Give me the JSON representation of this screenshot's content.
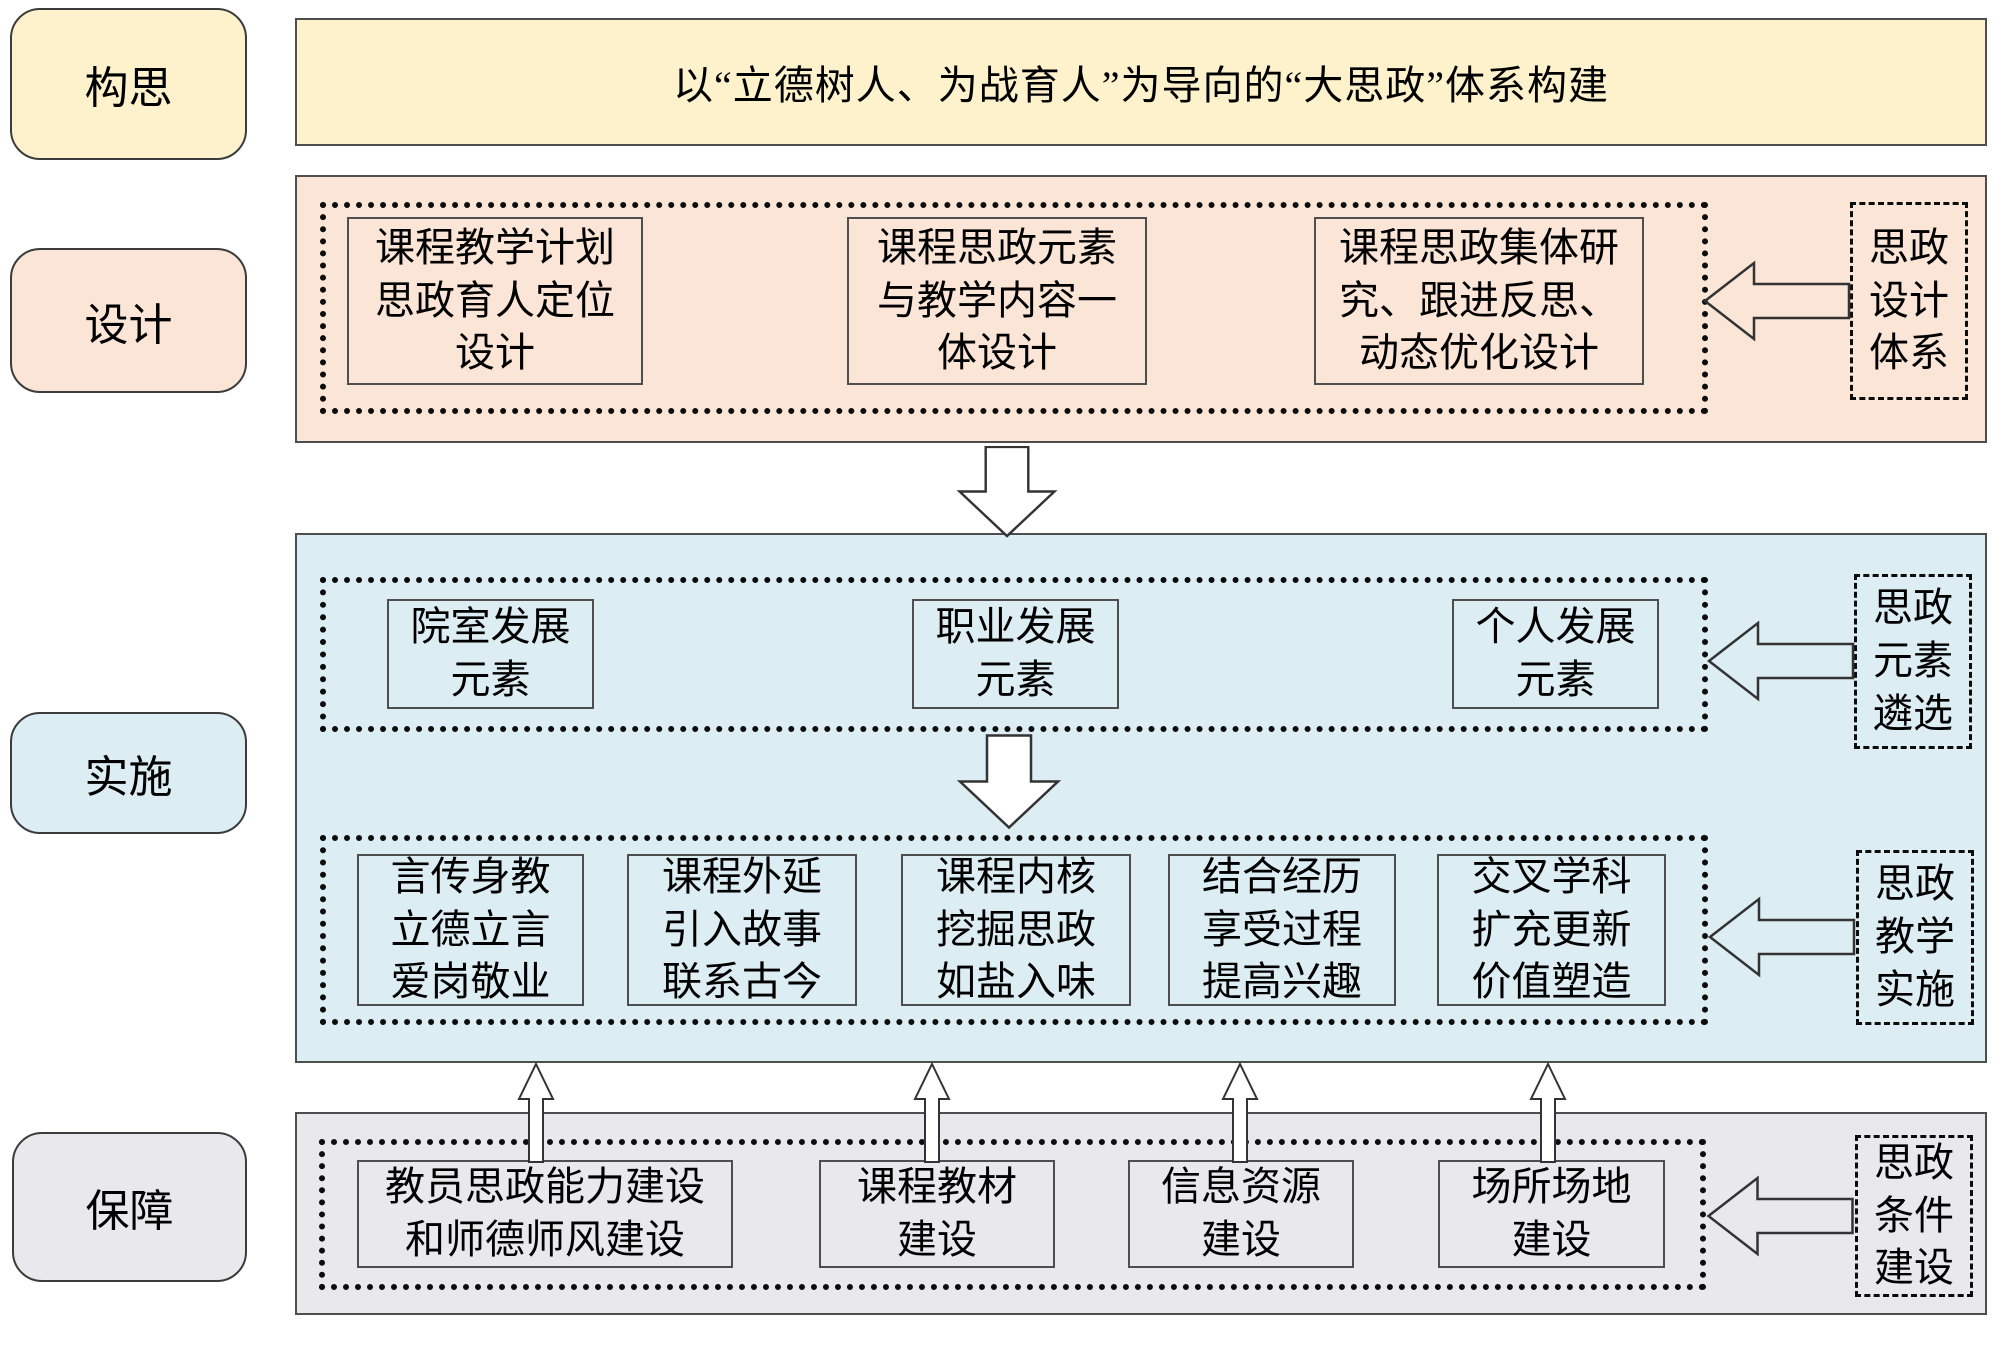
{
  "concept": {
    "label": "构思",
    "title": "以“立德树人、为战育人”为导向的“大思政”体系构建"
  },
  "design": {
    "label": "设计",
    "boxes": [
      "课程教学计划\n思政育人定位\n设计",
      "课程思政元素\n与教学内容一\n体设计",
      "课程思政集体研\n究、跟进反思、\n动态优化设计"
    ],
    "side": "思政\n设计\n体系"
  },
  "implementation": {
    "label": "实施",
    "elements": {
      "boxes": [
        "院室发展\n元素",
        "职业发展\n元素",
        "个人发展\n元素"
      ],
      "side": "思政\n元素\n遴选"
    },
    "teaching": {
      "boxes": [
        "言传身教\n立德立言\n爱岗敬业",
        "课程外延\n引入故事\n联系古今",
        "课程内核\n挖掘思政\n如盐入味",
        "结合经历\n享受过程\n提高兴趣",
        "交叉学科\n扩充更新\n价值塑造"
      ],
      "side": "思政\n教学\n实施"
    }
  },
  "support": {
    "label": "保障",
    "boxes": [
      "教员思政能力建设\n和师德师风建设",
      "课程教材\n建设",
      "信息资源\n建设",
      "场所场地\n建设"
    ],
    "side": "思政\n条件\n建设"
  },
  "colors": {
    "yellow": "#fdf2cb",
    "peach": "#fbe5d6",
    "blue": "#dcedf3",
    "gray": "#e9e9ed",
    "box_border": "#4e4e4e",
    "line": "#0c0c0c"
  }
}
